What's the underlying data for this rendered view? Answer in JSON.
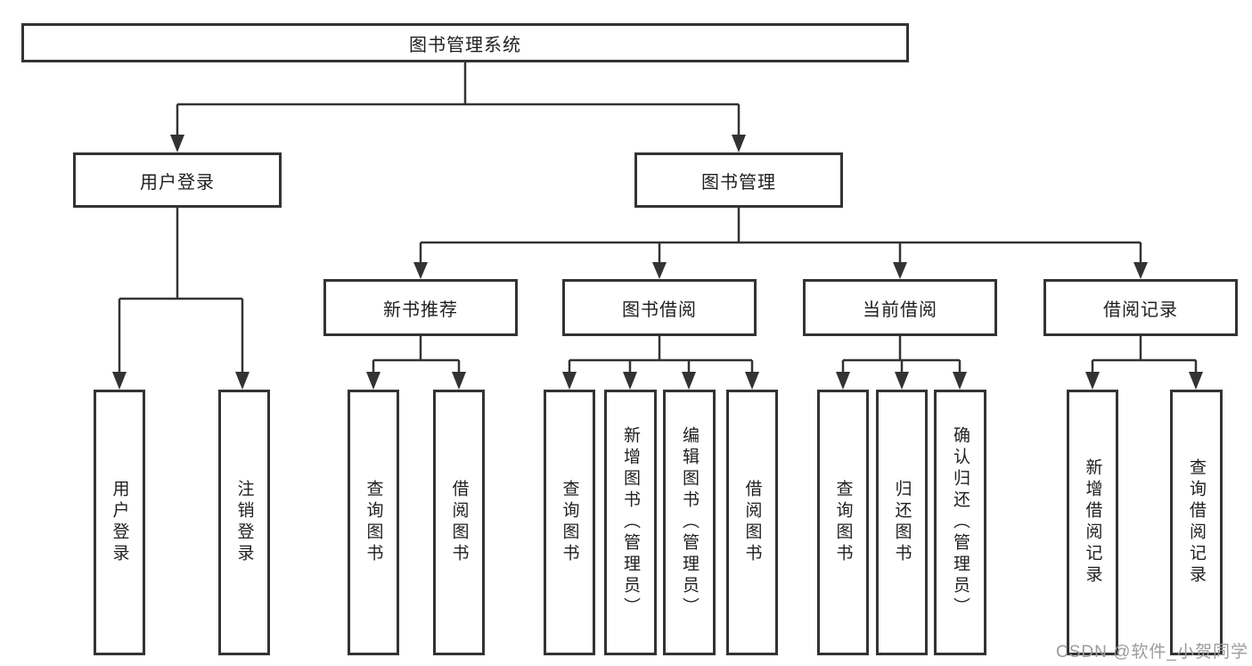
{
  "diagram_title": "图书管理系统",
  "tree": {
    "root": "图书管理系统",
    "children": [
      {
        "label": "用户登录",
        "children": [
          {
            "label": "用户登录"
          },
          {
            "label": "注销登录"
          }
        ]
      },
      {
        "label": "图书管理",
        "children": [
          {
            "label": "新书推荐",
            "children": [
              {
                "label": "查询图书"
              },
              {
                "label": "借阅图书"
              }
            ]
          },
          {
            "label": "图书借阅",
            "children": [
              {
                "label": "查询图书"
              },
              {
                "label": "新增图书（管理员）"
              },
              {
                "label": "编辑图书（管理员）"
              },
              {
                "label": "借阅图书"
              }
            ]
          },
          {
            "label": "当前借阅",
            "children": [
              {
                "label": "查询图书"
              },
              {
                "label": "归还图书"
              },
              {
                "label": "确认归还（管理员）"
              }
            ]
          },
          {
            "label": "借阅记录",
            "children": [
              {
                "label": "新增借阅记录"
              },
              {
                "label": "查询借阅记录"
              }
            ]
          }
        ]
      }
    ]
  },
  "watermark": {
    "text": "CSDN @软件_小贺同学"
  },
  "colors": {
    "line": "#333333",
    "text": "#1f1f1f",
    "watermark": "#9c9c9c",
    "background": "#ffffff"
  }
}
